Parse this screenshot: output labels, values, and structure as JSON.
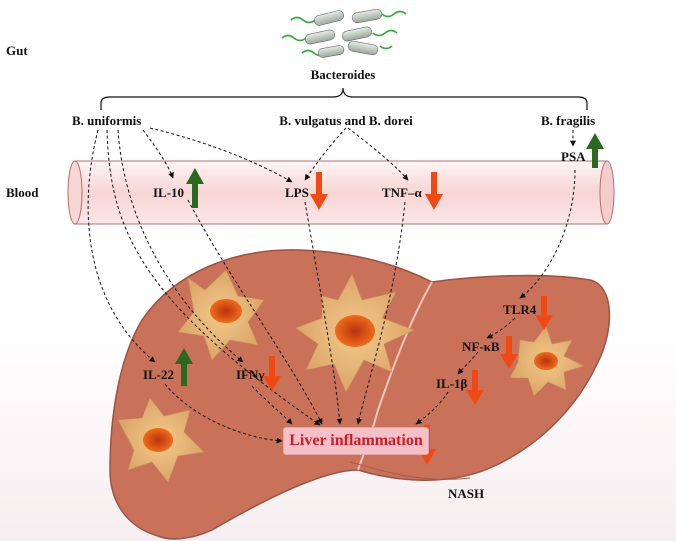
{
  "labels": {
    "gut": "Gut",
    "blood": "Blood",
    "nash": "NASH",
    "bacteroides": "Bacteroides",
    "b_uniformis": "B. uniformis",
    "b_vulgatus_dorei": "B. vulgatus and B. dorei",
    "b_fragilis": "B. fragilis",
    "psa": "PSA",
    "il10": "IL-10",
    "lps": "LPS",
    "tnf": "TNF–α",
    "il22": "IL-22",
    "ifn": "IFNγ",
    "tlr4": "TLR4",
    "nfkb": "NF-κB",
    "il1b": "IL-1β",
    "liver_inflammation": "Liver inflammation"
  },
  "colors": {
    "up_arrow": "#2a6a1f",
    "down_arrow": "#f04a14",
    "liver": "#c97159",
    "liver_outline": "#9a5444",
    "vessel": "#f9dcdc",
    "inflammation_text": "#d11a2a"
  },
  "icons": {
    "gut_bacteria": "rod-bacteria-icon",
    "up": "green-up-arrow-icon",
    "down": "red-down-arrow-icon"
  },
  "regulation": {
    "il10": "up",
    "psa": "up",
    "lps": "down",
    "tnf": "down",
    "il22": "up",
    "ifn": "down",
    "tlr4": "down",
    "nfkb": "down",
    "il1b": "down",
    "liver_inflammation": "down"
  }
}
